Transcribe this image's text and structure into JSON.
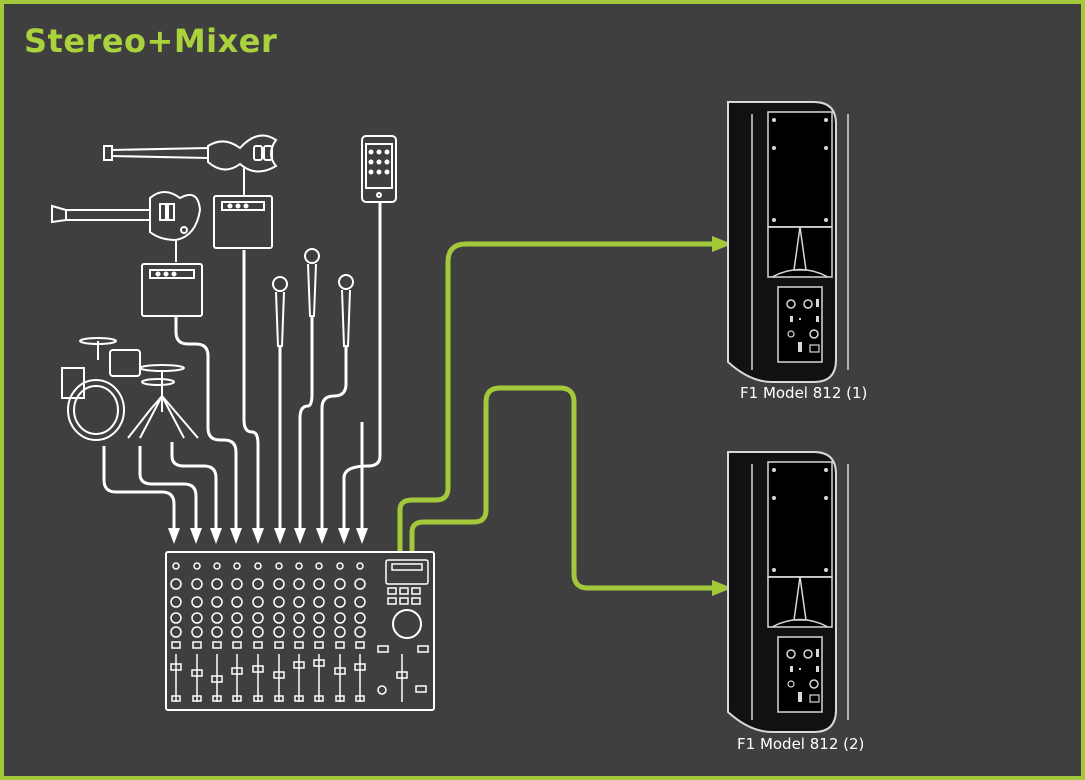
{
  "title": "Stereo+Mixer",
  "speakers": [
    {
      "label": "F1 Model 812 (1)"
    },
    {
      "label": "F1 Model 812 (2)"
    }
  ],
  "colors": {
    "background": "#3f3f3f",
    "accent": "#a3c93a",
    "line": "#ffffff",
    "speaker_body": "#111111"
  },
  "icons": [
    "bass-guitar-icon",
    "electric-guitar-icon",
    "guitar-amp-icon",
    "phone-icon",
    "microphone-icon",
    "drum-kit-icon",
    "mixer-icon",
    "speaker-icon",
    "arrow-icon"
  ]
}
